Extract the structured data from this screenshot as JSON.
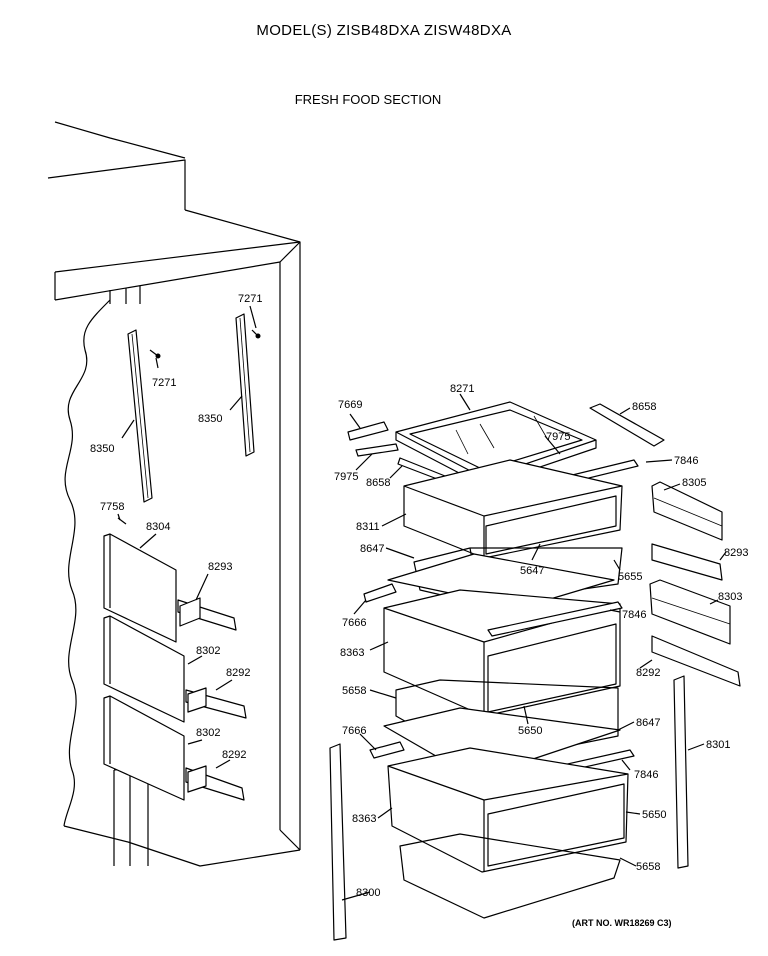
{
  "header": {
    "title": "MODEL(S) ZISB48DXA  ZISW48DXA",
    "subtitle": "FRESH FOOD SECTION"
  },
  "footer": {
    "art_number": "(ART NO. WR18269 C3)"
  },
  "callouts": [
    {
      "id": "7271a",
      "text": "7271"
    },
    {
      "id": "7271b",
      "text": "7271"
    },
    {
      "id": "8350a",
      "text": "8350"
    },
    {
      "id": "8350b",
      "text": "8350"
    },
    {
      "id": "7758",
      "text": "7758"
    },
    {
      "id": "8304",
      "text": "8304"
    },
    {
      "id": "8293a",
      "text": "8293"
    },
    {
      "id": "8302a",
      "text": "8302"
    },
    {
      "id": "8292a",
      "text": "8292"
    },
    {
      "id": "8302b",
      "text": "8302"
    },
    {
      "id": "8292b",
      "text": "8292"
    },
    {
      "id": "7669",
      "text": "7669"
    },
    {
      "id": "8271",
      "text": "8271"
    },
    {
      "id": "8658a",
      "text": "8658"
    },
    {
      "id": "7975a",
      "text": "7975"
    },
    {
      "id": "7975b",
      "text": "7975"
    },
    {
      "id": "8658b",
      "text": "8658"
    },
    {
      "id": "7846a",
      "text": "7846"
    },
    {
      "id": "8305",
      "text": "8305"
    },
    {
      "id": "8311",
      "text": "8311"
    },
    {
      "id": "8647a",
      "text": "8647"
    },
    {
      "id": "5647",
      "text": "5647"
    },
    {
      "id": "5655",
      "text": "5655"
    },
    {
      "id": "8293b",
      "text": "8293"
    },
    {
      "id": "7666a",
      "text": "7666"
    },
    {
      "id": "7846b",
      "text": "7846"
    },
    {
      "id": "8303",
      "text": "8303"
    },
    {
      "id": "8363a",
      "text": "8363"
    },
    {
      "id": "8292c",
      "text": "8292"
    },
    {
      "id": "5658a",
      "text": "5658"
    },
    {
      "id": "5650a",
      "text": "5650"
    },
    {
      "id": "8647b",
      "text": "8647"
    },
    {
      "id": "7666b",
      "text": "7666"
    },
    {
      "id": "8301",
      "text": "8301"
    },
    {
      "id": "7846c",
      "text": "7846"
    },
    {
      "id": "8363b",
      "text": "8363"
    },
    {
      "id": "5650b",
      "text": "5650"
    },
    {
      "id": "5658b",
      "text": "5658"
    },
    {
      "id": "8300",
      "text": "8300"
    }
  ]
}
